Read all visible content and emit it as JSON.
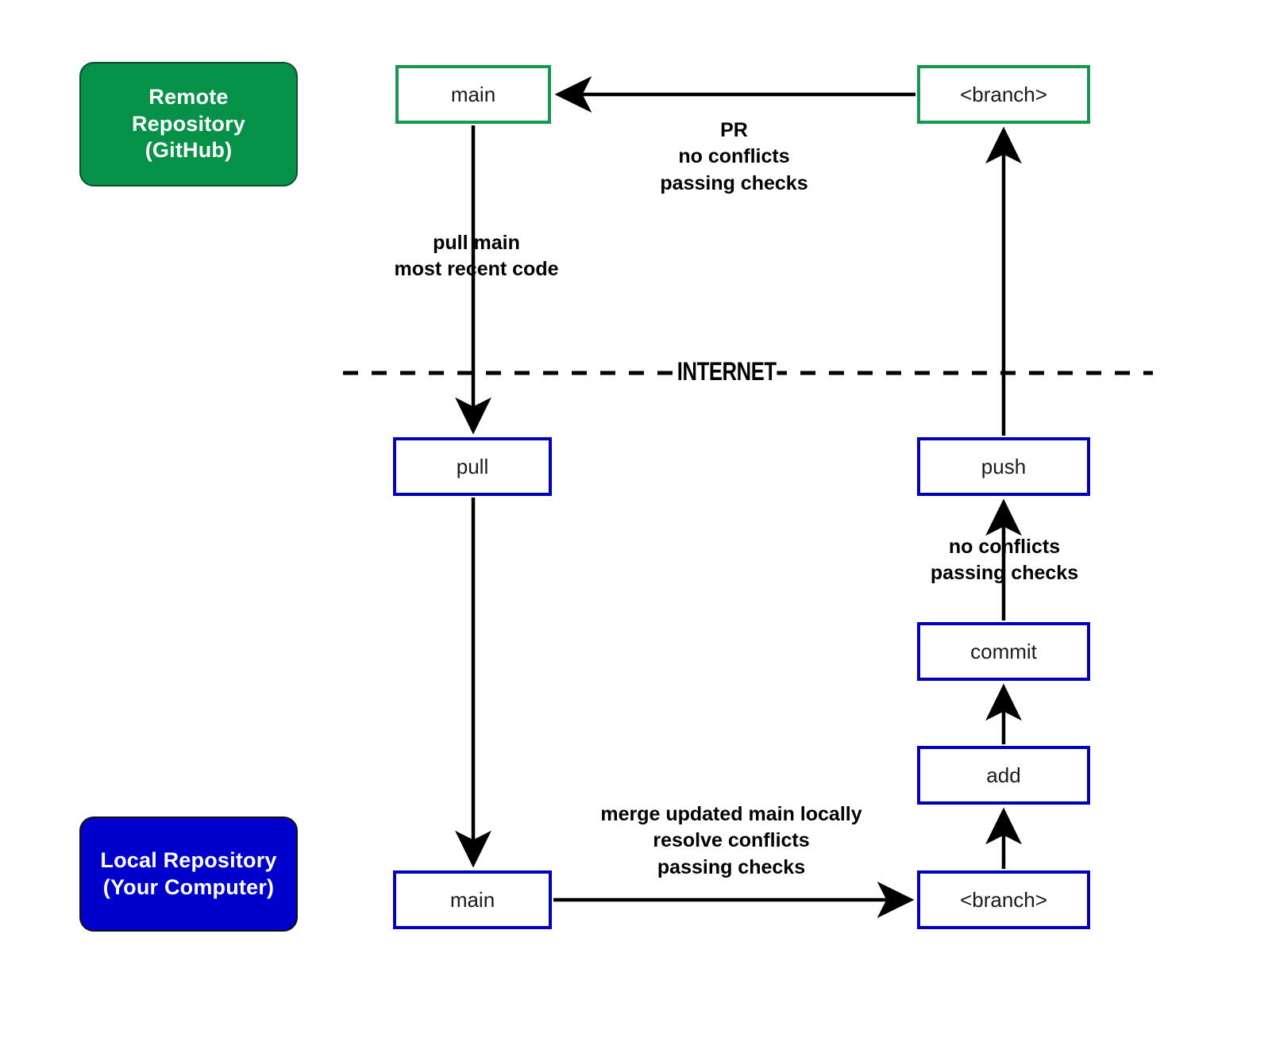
{
  "diagram": {
    "title": "Git workflow between remote and local repository",
    "colors": {
      "remote_fill": "#069148",
      "local_fill": "#0000cc",
      "remote_border": "#17964f",
      "local_border": "#0000b4",
      "arrow": "#000000",
      "zone_text": "#ffffff",
      "node_text": "#1a1a1a"
    }
  },
  "zones": {
    "remote": {
      "line1": "Remote",
      "line2": "Repository",
      "line3": "(GitHub)"
    },
    "local": {
      "line1": "Local Repository",
      "line2": "(Your Computer)"
    }
  },
  "divider": {
    "label": "INTERNET"
  },
  "nodes": {
    "remote_main": "main",
    "remote_branch": "<branch>",
    "pull": "pull",
    "push": "push",
    "commit": "commit",
    "add": "add",
    "local_main": "main",
    "local_branch": "<branch>"
  },
  "edge_labels": {
    "pr": {
      "line1": "PR",
      "line2": "no conflicts",
      "line3": "passing checks"
    },
    "pull_main": {
      "line1": "pull main",
      "line2": "most recent code"
    },
    "push_checks": {
      "line1": "no conflicts",
      "line2": "passing checks"
    },
    "merge": {
      "line1": "merge updated main locally",
      "line2": "resolve conflicts",
      "line3": "passing checks"
    }
  }
}
